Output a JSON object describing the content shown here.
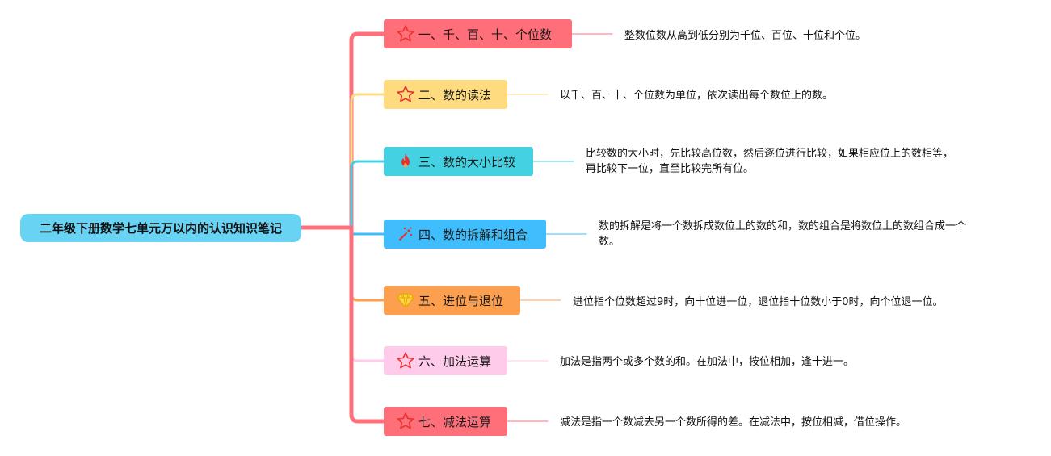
{
  "root": {
    "label": "二年级下册数学七单元万以内的认识知识笔记",
    "color": "#69d3f4"
  },
  "branches": [
    {
      "label": "一、千、百、十、个位数",
      "icon": "star-outline-icon",
      "color": "#fe6f7a",
      "note": [
        "整数位数从高到低分别为千位、百位、十位和个位。"
      ]
    },
    {
      "label": "二、数的读法",
      "icon": "star-outline-icon",
      "color": "#fedb7e",
      "note": [
        "以千、百、十、个位数为单位，依次读出每个数位上的数。"
      ]
    },
    {
      "label": "三、数的大小比较",
      "icon": "fire-icon",
      "color": "#44d1e2",
      "note": [
        "比较数的大小时，先比较高位数，然后逐位进行比较，如果相应位上的数相等，",
        "再比较下一位，直至比较完所有位。"
      ]
    },
    {
      "label": "四、数的拆解和组合",
      "icon": "sparkle-icon",
      "color": "#3fbdfc",
      "note": [
        "数的拆解是将一个数拆成数位上的数的和，数的组合是将数位上的数组合成一个",
        "数。"
      ]
    },
    {
      "label": "五、进位与退位",
      "icon": "gem-icon",
      "color": "#fca04f",
      "note": [
        "进位指个位数超过9时，向十位进一位，退位指十位数小于0时，向个位退一位。"
      ]
    },
    {
      "label": "六、加法运算",
      "icon": "star-outline-icon",
      "color": "#ffcbea",
      "note": [
        "加法是指两个或多个数的和。在加法中，按位相加，逢十进一。"
      ]
    },
    {
      "label": "七、减法运算",
      "icon": "star-outline-icon",
      "color": "#fe6f7a",
      "note": [
        "减法是指一个数减去另一个数所得的差。在减法中，按位相减，借位操作。"
      ]
    }
  ]
}
